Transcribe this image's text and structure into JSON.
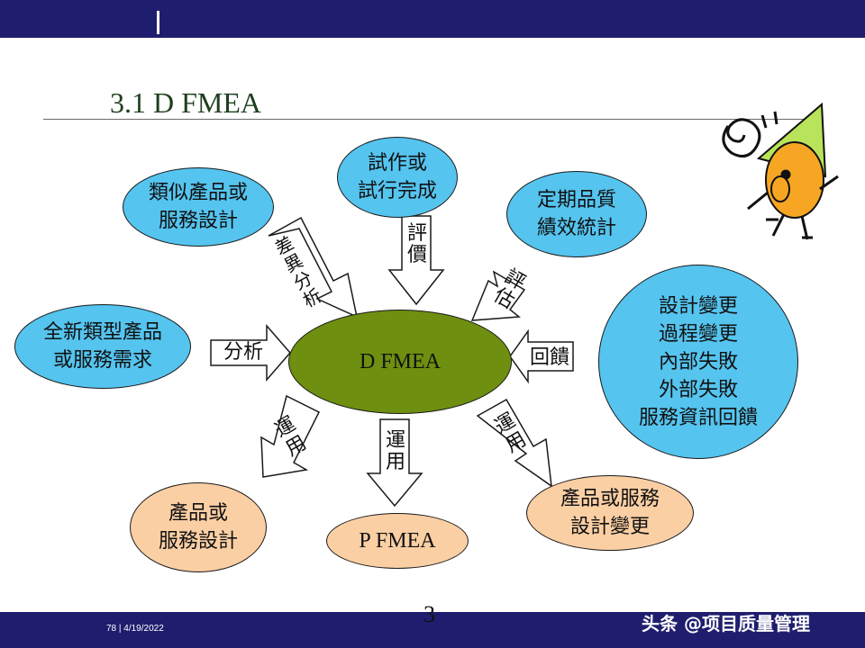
{
  "slide": {
    "title": "3.1 D FMEA",
    "page_number": "3",
    "footer_meta": "78 | 4/19/2022",
    "watermark": "头条 @项目质量管理"
  },
  "nodes": {
    "similar": "類似產品或\n服務設計",
    "trial": "試作或\n試行完成",
    "periodic": "定期品質\n績效統計",
    "new_type": "全新類型產品\n或服務需求",
    "center": "D  FMEA",
    "changes": "設計變更\n過程變更\n內部失敗\n外部失敗\n服務資訊回饋",
    "out_design": "產品或\n服務設計",
    "pfmea": "P  FMEA",
    "out_change": "產品或服務\n設計變更"
  },
  "arrows": {
    "diff_analysis": "差\n異\n分\n析",
    "evaluate": "評\n價",
    "assess": "評\n估",
    "analysis": "分析",
    "feedback": "回饋",
    "apply_left": "運\n用",
    "apply_down": "運\n用",
    "apply_right": "運\n用"
  },
  "colors": {
    "header_bar": "#1f1e6e",
    "input_nodes": "#55c4ef",
    "output_nodes": "#fbcfa4",
    "center_node": "#6e8f10"
  },
  "decoration": "party-horn-mascot-icon"
}
